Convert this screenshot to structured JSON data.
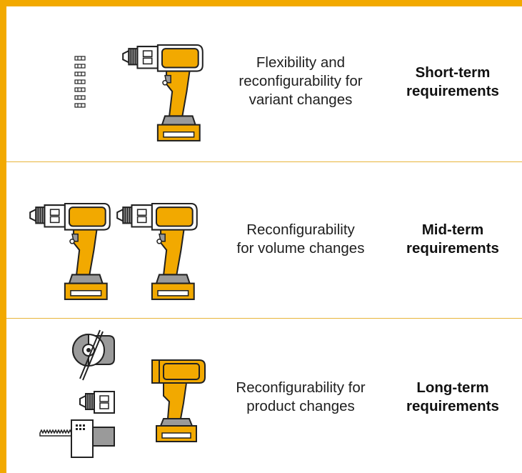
{
  "colors": {
    "accent": "#F2A900",
    "grey": "#9a9a9a",
    "outline": "#222222"
  },
  "rows": [
    {
      "icons": [
        "drill-bits-icon",
        "cordless-drill-icon"
      ],
      "description": [
        "Flexibility and",
        "reconfigurability for",
        "variant changes"
      ],
      "requirement": [
        "Short-term",
        "requirements"
      ]
    },
    {
      "icons": [
        "cordless-drill-icon",
        "cordless-drill-icon"
      ],
      "description": [
        "Reconfigurability",
        "for volume changes"
      ],
      "requirement": [
        "Mid-term",
        "requirements"
      ]
    },
    {
      "icons": [
        "angle-grinder-head-icon",
        "drill-head-icon",
        "jigsaw-head-icon",
        "tool-body-icon"
      ],
      "description": [
        "Reconfigurability for",
        "product changes"
      ],
      "requirement": [
        "Long-term",
        "requirements"
      ]
    }
  ]
}
